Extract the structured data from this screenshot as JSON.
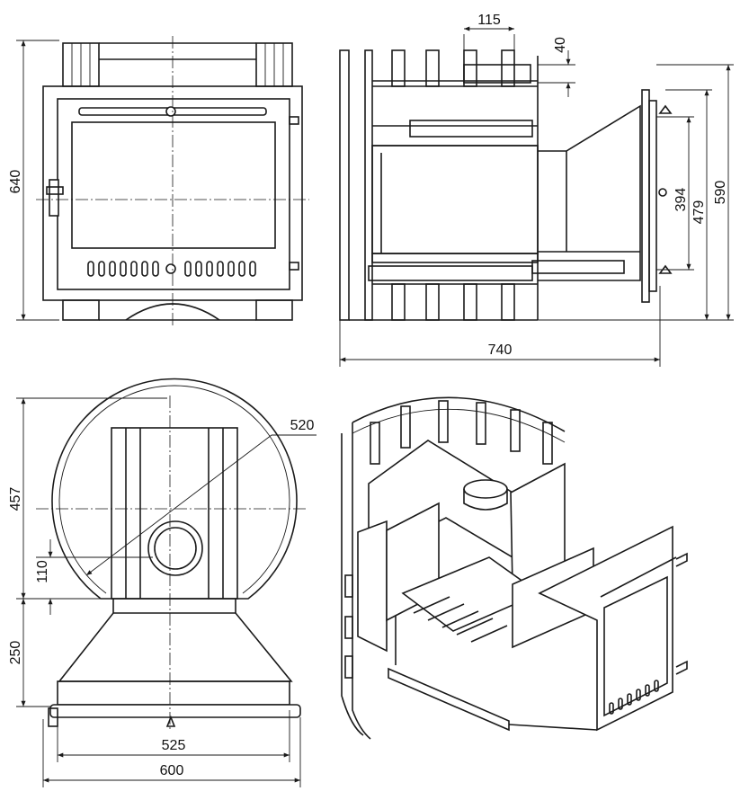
{
  "dimensions": {
    "front_height": "640",
    "side_top_opening": "115",
    "side_top_offset": "40",
    "side_dim_394": "394",
    "side_dim_479": "479",
    "side_dim_590": "590",
    "side_depth": "740",
    "top_radius": "520",
    "top_depth": "457",
    "top_offset": "110",
    "top_tunnel": "250",
    "top_width_inner": "525",
    "top_width_outer": "600"
  },
  "colors": {
    "line": "#1a1a1a",
    "background": "#ffffff"
  }
}
